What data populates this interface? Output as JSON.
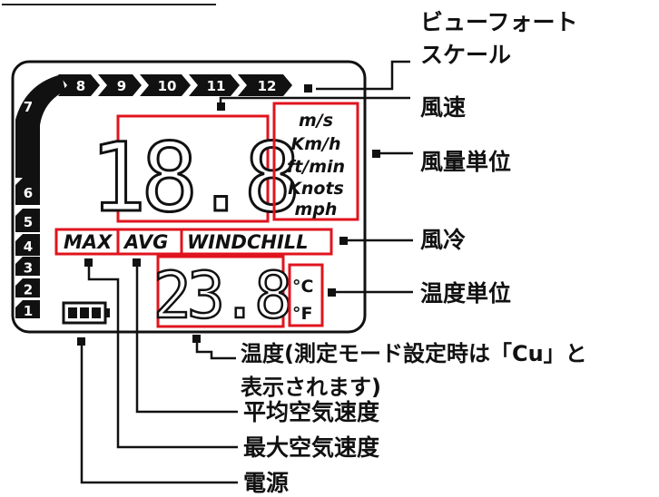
{
  "lcd": {
    "beaufort_scale": [
      "1",
      "2",
      "3",
      "4",
      "5",
      "6",
      "7",
      "8",
      "9",
      "10",
      "11",
      "12"
    ],
    "wind_speed_reading": "18.8",
    "wind_units": [
      "m/s",
      "Km/h",
      "ft/min",
      "Knots",
      "mph"
    ],
    "modes": [
      "MAX",
      "AVG",
      "WINDCHILL"
    ],
    "temperature_reading": "23.8",
    "temp_units": [
      "°C",
      "°F"
    ]
  },
  "callouts": {
    "beaufort_scale_line1": "ビューフォート",
    "beaufort_scale_line2": "スケール",
    "wind_speed": "風速",
    "wind_unit": "風量単位",
    "wind_chill": "風冷",
    "temperature_unit": "温度単位",
    "temperature_line1": "温度(測定モード設定時は「Cu」と",
    "temperature_line2": "表示されます)",
    "average_wind_speed": "平均空気速度",
    "max_wind_speed": "最大空気速度",
    "power": "電源"
  },
  "colors": {
    "highlight": "#e0141e",
    "ink": "#111111"
  }
}
